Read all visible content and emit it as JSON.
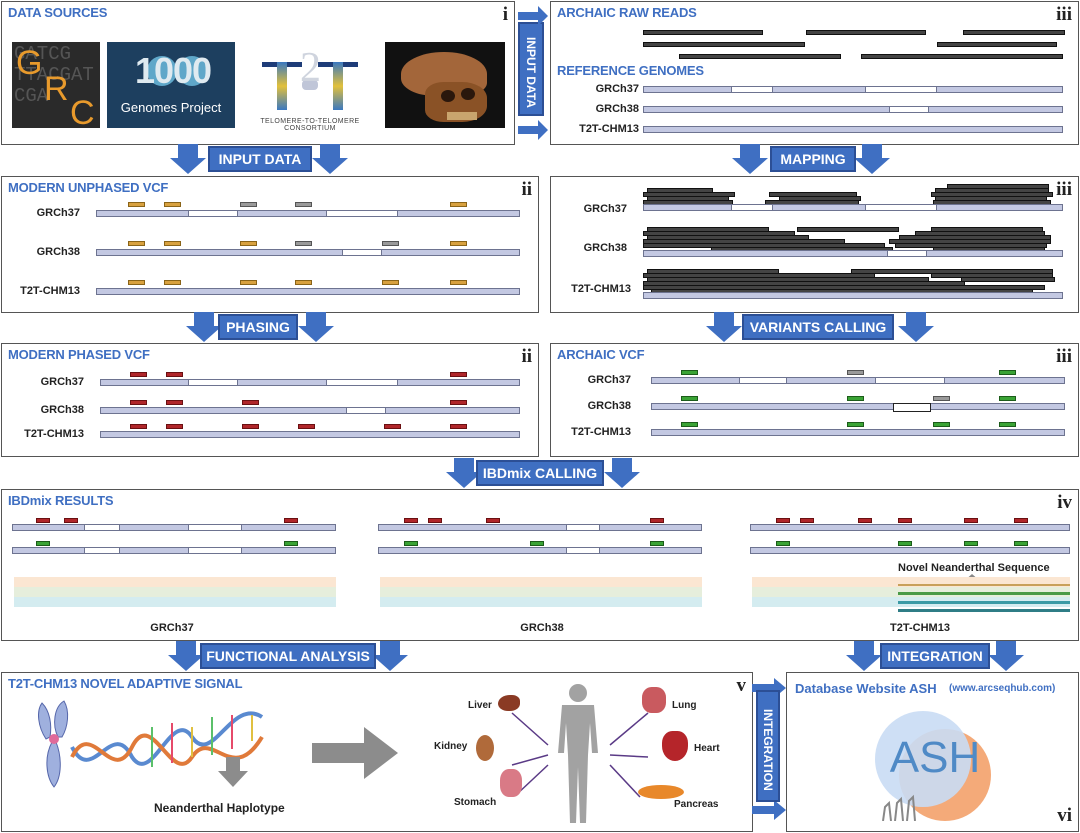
{
  "panels": {
    "data_sources": {
      "title": "DATA SOURCES",
      "num": "i"
    },
    "archaic_raw": {
      "title": "ARCHAIC RAW READS",
      "num": "iii",
      "ref_title": "REFERENCE GENOMES"
    },
    "modern_unphased": {
      "title": "MODERN UNPHASED VCF",
      "num": "ii"
    },
    "mapping_panel": {
      "num": "iii"
    },
    "modern_phased": {
      "title": "MODERN PHASED VCF",
      "num": "ii"
    },
    "archaic_vcf": {
      "title": "ARCHAIC VCF",
      "num": "iii"
    },
    "ibdmix_results": {
      "title": "IBDmix RESULTS",
      "num": "iv"
    },
    "novel_signal": {
      "title": "T2T-CHM13 NOVEL ADAPTIVE SIGNAL",
      "num": "v"
    },
    "database": {
      "title": "Database Website ASH",
      "url": "(www.arcseqhub.com)",
      "num": "vi"
    }
  },
  "genomes": [
    "GRCh37",
    "GRCh38",
    "T2T-CHM13"
  ],
  "logos": {
    "grc": {
      "letters": [
        "G",
        "R",
        "C"
      ],
      "bg_text": "GATCG TTACGATCGA"
    },
    "thousand": {
      "number": "1000",
      "caption": "Genomes Project"
    },
    "t2t": {
      "mark": "T2T",
      "caption": "TELOMERE-TO-TELOMERE CONSORTIUM"
    }
  },
  "arrows": {
    "input_data_h": "INPUT DATA",
    "input_data_v": "INPUT DATA",
    "mapping": "MAPPING",
    "phasing": "PHASING",
    "variants_calling": "VARIANTS CALLING",
    "ibdmix_calling": "IBDmix CALLING",
    "functional_analysis": "FUNCTIONAL ANALYSIS",
    "integration_h": "INTEGRATION",
    "integration_v": "INTEGRATION"
  },
  "ibdmix": {
    "novel_label": "Novel Neanderthal Sequence",
    "columns": [
      "GRCh37",
      "GRCh38",
      "T2T-CHM13"
    ]
  },
  "novel_signal": {
    "haplotype_label": "Neanderthal Haplotype",
    "organs": [
      "Liver",
      "Lung",
      "Kidney",
      "Heart",
      "Stomach",
      "Pancreas"
    ]
  },
  "ash_logo": "ASH",
  "colors": {
    "accent_blue": "#3f6fc2",
    "track": "#c3c8e2",
    "orange_variant": "#d8a13f",
    "gray_variant": "#9a9a9a",
    "red_variant": "#b0262a",
    "green_variant": "#3aa335"
  }
}
